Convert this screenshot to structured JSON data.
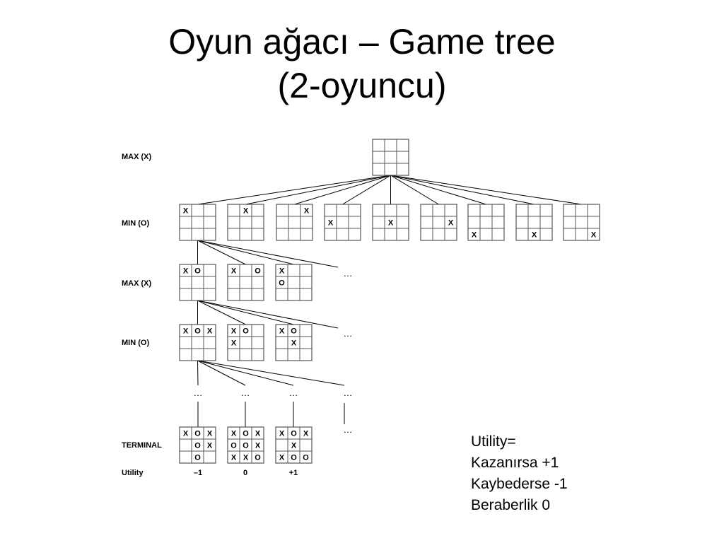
{
  "title": {
    "line1": "Oyun ağacı – Game tree",
    "line2": "(2-oyuncu)"
  },
  "levels": [
    {
      "label": "MAX (X)"
    },
    {
      "label": "MIN (O)"
    },
    {
      "label": "MAX (X)"
    },
    {
      "label": "MIN (O)"
    },
    {
      "label": "TERMINAL"
    },
    {
      "label": "Utility"
    }
  ],
  "tree": {
    "root": "         ",
    "level1": [
      "X        ",
      " X       ",
      "  X      ",
      "   X     ",
      "    X    ",
      "     X   ",
      "      X  ",
      "       X ",
      "        X"
    ],
    "level2": [
      "XO       ",
      "X O      ",
      "X  O     "
    ],
    "level3": [
      "XOX      ",
      "XO X     ",
      "XO  X    "
    ],
    "terminal": [
      "XOX OX O ",
      "XOXOOXXXO",
      "XOX X XOO"
    ],
    "utilities": [
      "–1",
      "0",
      "+1"
    ],
    "ellipsis": "…"
  },
  "note": {
    "line1": "Utility=",
    "line2": "Kazanırsa +1",
    "line3": "Kaybederse -1",
    "line4": "Beraberlik 0"
  },
  "colors": {
    "background": "#ffffff",
    "ink": "#000000",
    "grid": "#555555"
  }
}
